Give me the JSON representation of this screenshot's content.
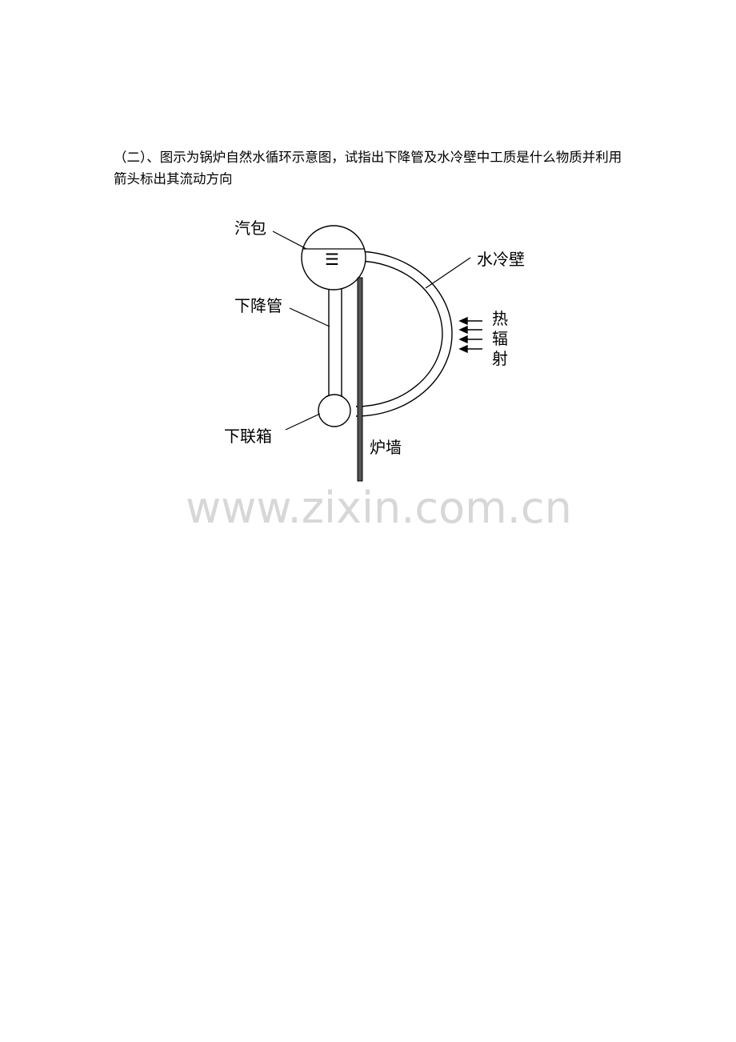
{
  "question": {
    "text": "（二）、图示为锅炉自然水循环示意图，试指出下降管及水冷壁中工质是什么物质并利用箭头标出其流动方向"
  },
  "diagram": {
    "labels": {
      "drum": "汽包",
      "downcomer": "下降管",
      "header": "下联箱",
      "water_wall": "水冷壁",
      "furnace_wall": "炉墙",
      "radiation_1": "热",
      "radiation_2": "辐",
      "radiation_3": "射",
      "water_level_symbol": "☰"
    },
    "colors": {
      "line": "#000000",
      "furnace_wall": "#555555"
    }
  },
  "watermark": {
    "text": "www.zixin.com.cn",
    "color": "#d7d7d7"
  }
}
